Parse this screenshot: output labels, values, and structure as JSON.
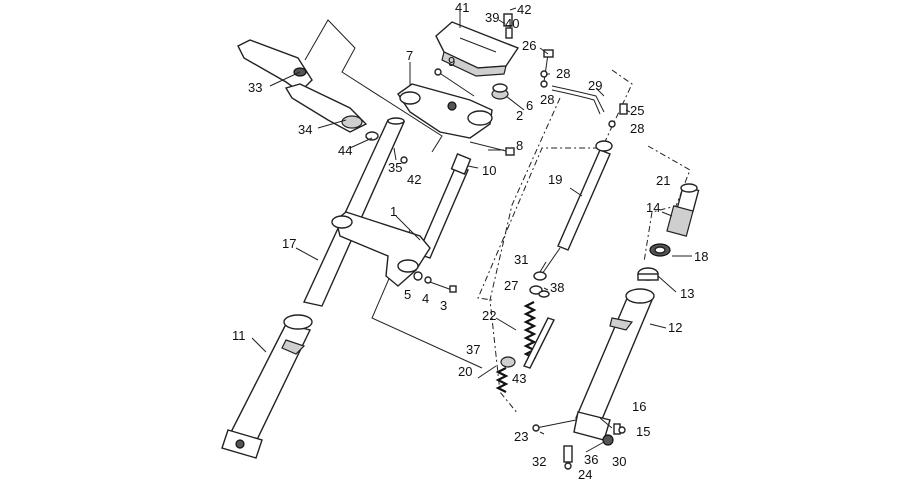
{
  "callouts": [
    {
      "id": "41",
      "text": "41"
    },
    {
      "id": "39",
      "text": "39"
    },
    {
      "id": "40",
      "text": "40"
    },
    {
      "id": "42a",
      "text": "42"
    },
    {
      "id": "26",
      "text": "26"
    },
    {
      "id": "7",
      "text": "7"
    },
    {
      "id": "9",
      "text": "9"
    },
    {
      "id": "28a",
      "text": "28"
    },
    {
      "id": "28b",
      "text": "28"
    },
    {
      "id": "29",
      "text": "29"
    },
    {
      "id": "6",
      "text": "6"
    },
    {
      "id": "2",
      "text": "2"
    },
    {
      "id": "25",
      "text": "25"
    },
    {
      "id": "28c",
      "text": "28"
    },
    {
      "id": "33",
      "text": "33"
    },
    {
      "id": "34",
      "text": "34"
    },
    {
      "id": "44",
      "text": "44"
    },
    {
      "id": "35",
      "text": "35"
    },
    {
      "id": "42b",
      "text": "42"
    },
    {
      "id": "8",
      "text": "8"
    },
    {
      "id": "10",
      "text": "10"
    },
    {
      "id": "19",
      "text": "19"
    },
    {
      "id": "21",
      "text": "21"
    },
    {
      "id": "14",
      "text": "14"
    },
    {
      "id": "1",
      "text": "1"
    },
    {
      "id": "17",
      "text": "17"
    },
    {
      "id": "18",
      "text": "18"
    },
    {
      "id": "31",
      "text": "31"
    },
    {
      "id": "13",
      "text": "13"
    },
    {
      "id": "27",
      "text": "27"
    },
    {
      "id": "38",
      "text": "38"
    },
    {
      "id": "5",
      "text": "5"
    },
    {
      "id": "4",
      "text": "4"
    },
    {
      "id": "3",
      "text": "3"
    },
    {
      "id": "12",
      "text": "12"
    },
    {
      "id": "11",
      "text": "11"
    },
    {
      "id": "22",
      "text": "22"
    },
    {
      "id": "37",
      "text": "37"
    },
    {
      "id": "20",
      "text": "20"
    },
    {
      "id": "43",
      "text": "43"
    },
    {
      "id": "16",
      "text": "16"
    },
    {
      "id": "23",
      "text": "23"
    },
    {
      "id": "15",
      "text": "15"
    },
    {
      "id": "32",
      "text": "32"
    },
    {
      "id": "36",
      "text": "36"
    },
    {
      "id": "30",
      "text": "30"
    },
    {
      "id": "24",
      "text": "24"
    }
  ]
}
